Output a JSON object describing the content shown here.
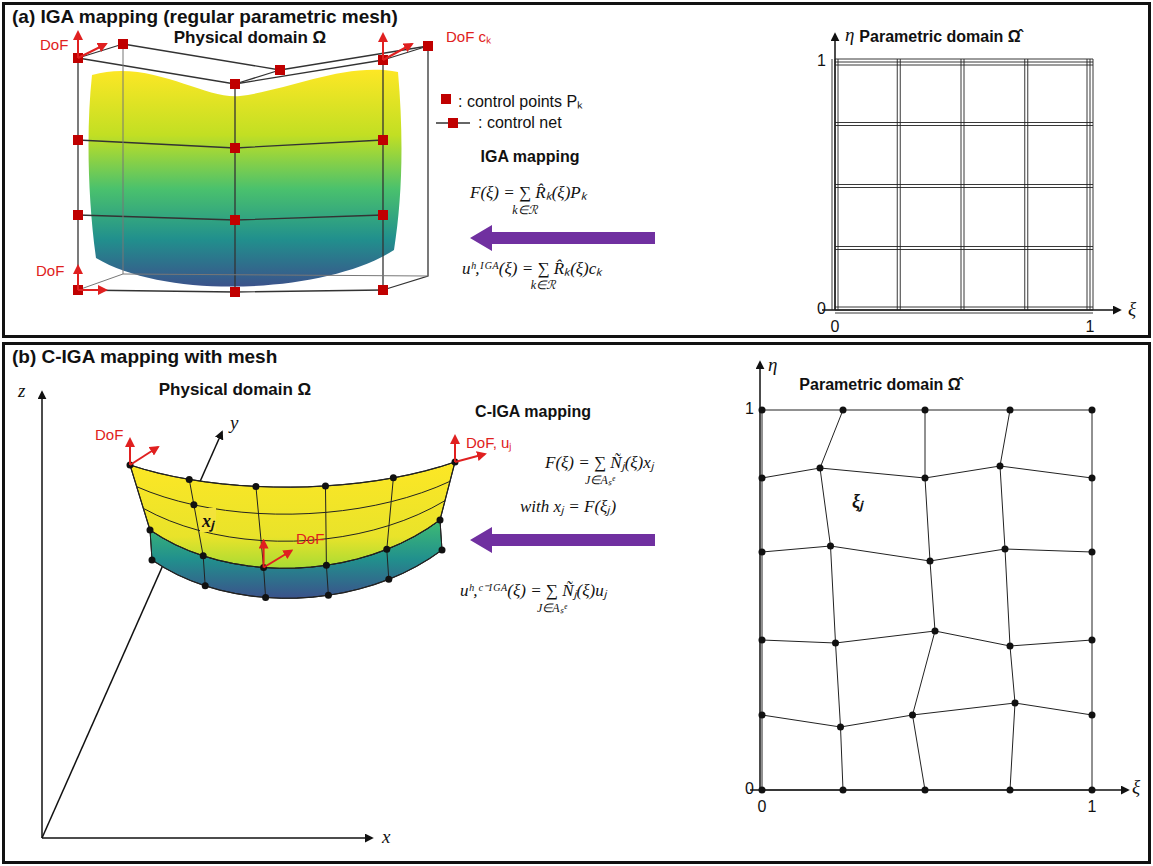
{
  "diagram": {
    "nodes": [
      {
        "text": [
          "(a) IGA mapping (regular parametric mesh)"
        ]
      },
      {
        "text": [
          "(b) C-IGA mapping with mesh"
        ]
      }
    ],
    "labels": [
      "Physical domain Ω",
      "DoF",
      "DoF cₖ",
      "DoF",
      "IGA mapping",
      "F(ξ) = ∑ R̂ₖ(ξ)Pₖ",
      "k∈ℛ",
      "uʰ,ᴵᴳᴬ(ξ) = ∑ R̂ₖ(ξ)cₖ",
      "k∈ℛ",
      "Parametric domain Ω̂",
      "η",
      "1",
      "0",
      "0",
      "1",
      "ξ",
      "z",
      "y",
      "x",
      "Physical domain Ω",
      "DoF",
      "DoF, uⱼ",
      "DoF",
      "xⱼ",
      "C-IGA mapping",
      "F(ξ) = ∑ Ñⱼ(ξ)xⱼ",
      "J∈Aₛᵉ",
      "with xⱼ = F(ξⱼ)",
      "uʰ,ᶜ⁻ᴵᴳᴬ(ξ) = ∑ Ñⱼ(ξ)uⱼ",
      "J∈Aₛᵉ",
      "Parametric domain Ω̂",
      "η",
      "1",
      "0",
      "ξⱼ",
      "0",
      "1",
      "ξ"
    ],
    "legend": [
      {
        "text": ": control points Pₖ"
      },
      {
        "text": ": control net"
      }
    ]
  }
}
